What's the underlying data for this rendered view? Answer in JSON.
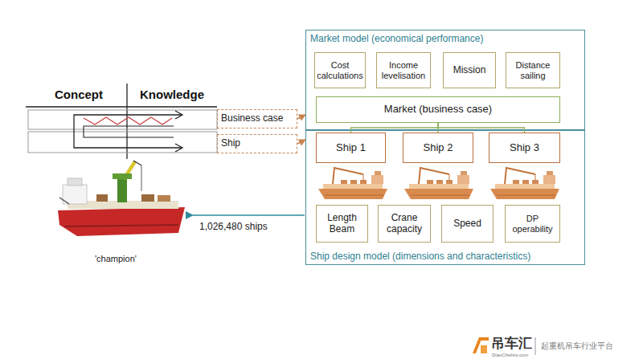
{
  "diagram": {
    "nodes": [
      {
        "text": [
          "Market model (economical performance)"
        ]
      },
      {
        "text": [
          "Cost calculations"
        ],
        "in": 0
      },
      {
        "text": [
          "Income levelisation"
        ],
        "in": 0
      },
      {
        "text": [
          "Mission"
        ],
        "in": 0
      },
      {
        "text": [
          "Distance sailing"
        ],
        "in": 0
      },
      {
        "text": [
          "Market (business case)"
        ],
        "in": 0
      },
      {
        "text": [
          "Ship design model (dimensions and characteristics)"
        ]
      },
      {
        "text": [
          "Ship 1"
        ],
        "in": 6
      },
      {
        "text": [
          "Ship 2"
        ],
        "in": 6
      },
      {
        "text": [
          "Ship 3"
        ],
        "in": 6
      },
      {
        "text": [
          "Length Beam"
        ],
        "in": 6
      },
      {
        "text": [
          "Crane capacity"
        ],
        "in": 6
      },
      {
        "text": [
          "Speed"
        ],
        "in": 6
      },
      {
        "text": [
          "DP operability"
        ],
        "in": 6
      },
      {
        "text": [
          "Business case"
        ]
      },
      {
        "text": [
          "Ship"
        ]
      }
    ],
    "edges": [
      {
        "from": 14,
        "to": 0,
        "arrow": "to"
      },
      {
        "from": 15,
        "to": 6,
        "arrow": "to"
      },
      {
        "from": 5,
        "to": 7,
        "arrow": "none"
      },
      {
        "from": 5,
        "to": 8,
        "arrow": "none"
      },
      {
        "from": 5,
        "to": 9,
        "arrow": "none"
      }
    ],
    "labels": [
      "Concept",
      "Knowledge",
      "1,026,480 ships",
      "'champion'",
      "吊车汇",
      "DiaoCheHui.com",
      "起重机吊车行业平台"
    ]
  }
}
